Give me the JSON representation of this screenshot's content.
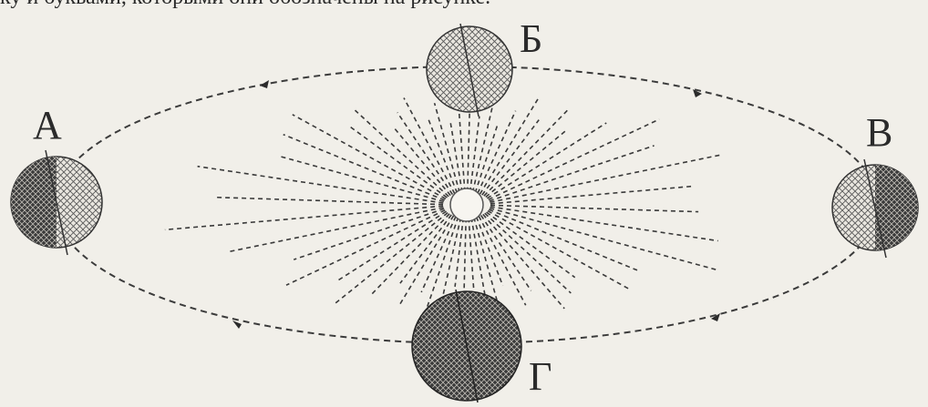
{
  "caption_fragment": "ку и буквами, которыми они обозначены на рисунке.",
  "labels": {
    "a": "А",
    "b": "Б",
    "v": "В",
    "g": "Г"
  },
  "colors": {
    "background": "#f1efe9",
    "ink": "#2b2b2b",
    "dark_hatch": "#3a3a3a"
  }
}
